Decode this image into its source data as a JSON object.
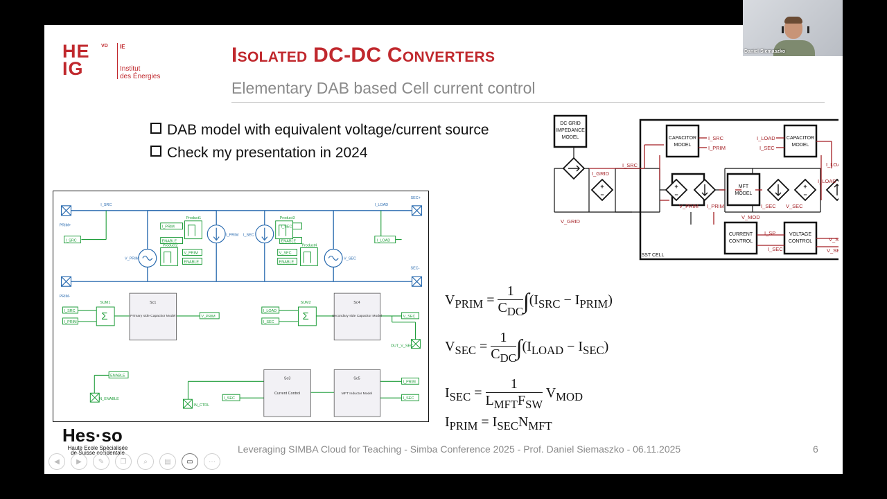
{
  "slide": {
    "logo": {
      "big_line1": "HE",
      "big_line2": "IG",
      "vd": "VD",
      "ie": "IE",
      "inst1": "Institut",
      "inst2": "des Énergies"
    },
    "title": "Isolated DC-DC Converters",
    "subtitle": "Elementary DAB based Cell current control",
    "bullets": [
      "DAB model with equivalent voltage/current source",
      "Check my presentation in 2024"
    ],
    "schematic_labels": {
      "i_src": "I_SRC",
      "sec_plus": "SEC+",
      "i_load_top": "I_LOAD",
      "prim_plus": "PRIM+",
      "i_src_out": "I_SRC",
      "i_load_out": "I_LOAD",
      "product1": "Product1",
      "product3": "Product3",
      "product2": "Product2",
      "product4": "Product4",
      "i_prim": "I_PRIM",
      "enable": "ENABLE",
      "v_prim": "V_PRIM",
      "i_sec": "I_SEC",
      "v_sec": "V_SEC",
      "v_prim_src": "V_PRIM",
      "v_sec_src": "V_SEC",
      "i_prim_src": "I_PRIM",
      "i_sec_src": "I_SEC",
      "prim_minus": "PRIM-",
      "sec_minus": "SEC-",
      "sum1": "SUM1",
      "sum2": "SUM2",
      "sc1": "Sc1",
      "sc1_text": "Primary side Capacitor Model",
      "sc4": "Sc4",
      "sc4_text": "Secondary side Capacitor Model",
      "out_v_sec": "OUT_V_SEC",
      "sc3": "Sc3",
      "sc3_text": "Current Control",
      "sc5": "Sc5",
      "sc5_text": "MFT Inductor Model",
      "n_enable": "N_ENABLE",
      "in_ctrl": "IN_CTRL"
    },
    "block_diagram": {
      "dc_grid": [
        "DC GRID",
        "IMPEDANCE",
        "MODEL"
      ],
      "cap_model": [
        "CAPACITOR",
        "MODEL"
      ],
      "mft_model": [
        "MFT",
        "MODEL"
      ],
      "current_control": [
        "CURRENT",
        "CONTROL"
      ],
      "voltage_control": [
        "VOLTAGE",
        "CONTROL"
      ],
      "sst_cell": "SST CELL",
      "labels": {
        "i_src": "I_SRC",
        "i_prim": "I_PRIM",
        "i_load": "I_LOAD",
        "i_sec": "I_SEC",
        "i_grid": "I_GRID",
        "v_grid": "V_GRID",
        "v_prim": "V_PRIM",
        "v_sec": "V_SEC",
        "v_mod": "V_MOD",
        "i_sp": "I_SP",
        "v_sp": "V_SP"
      }
    },
    "footer": "Leveraging SIMBA Cloud for Teaching - Simba Conference 2025 - Prof. Daniel Siemaszko - 06.11.2025",
    "page_number": "6",
    "hes_logo": {
      "name": "Hes·so",
      "line1": "Haute Ecole Spécialisée",
      "line2": "de Suisse occidentale"
    }
  },
  "video": {
    "participant_name": "Daniel Siemaszko"
  },
  "toolbar": {
    "buttons": [
      "back-icon",
      "forward-icon",
      "pen-icon",
      "copy-icon",
      "zoom-icon",
      "slides-icon",
      "camera-icon",
      "more-icon"
    ]
  },
  "colors": {
    "accent_red": "#c0282d",
    "wire_blue": "#2b6cb0",
    "sim_green": "#1f9d3a"
  }
}
